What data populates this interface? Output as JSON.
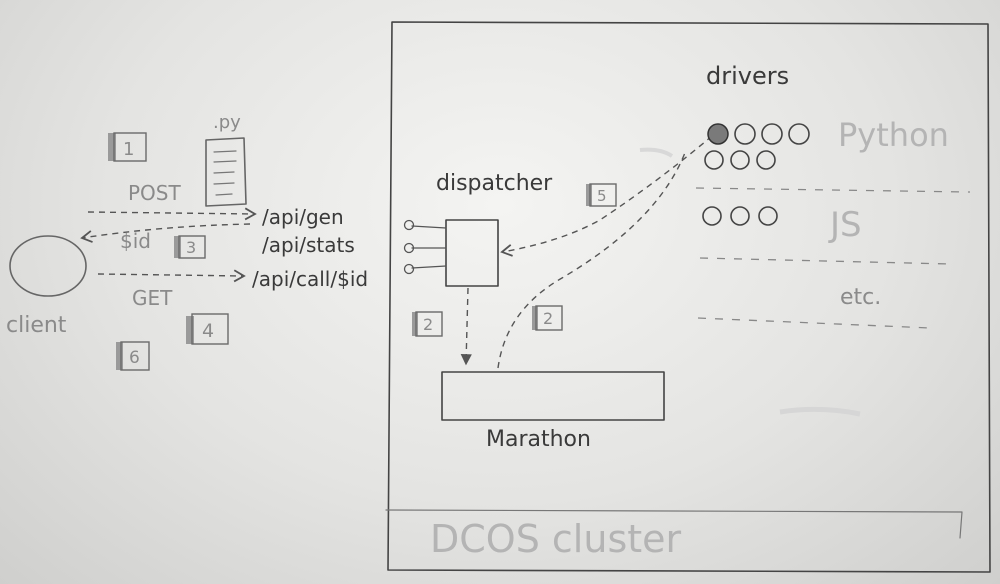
{
  "client": {
    "label": "client"
  },
  "script_file": {
    "label": ".py"
  },
  "requests": {
    "post_label": "POST",
    "get_label": "GET",
    "id_label": "$id"
  },
  "steps": {
    "s1": "1",
    "s2a": "2",
    "s2b": "2",
    "s3": "3",
    "s4": "4",
    "s5": "5",
    "s6": "6"
  },
  "endpoints": [
    {
      "path": "/api/gen"
    },
    {
      "path": "/api/stats"
    },
    {
      "path": "/api/call/$id"
    }
  ],
  "dispatcher": {
    "label": "dispatcher"
  },
  "marathon": {
    "label": "Marathon"
  },
  "drivers": {
    "title": "drivers",
    "groups": [
      {
        "label": "Python"
      },
      {
        "label": "JS"
      },
      {
        "label": "etc."
      }
    ]
  },
  "cluster": {
    "label": "DCOS cluster"
  }
}
